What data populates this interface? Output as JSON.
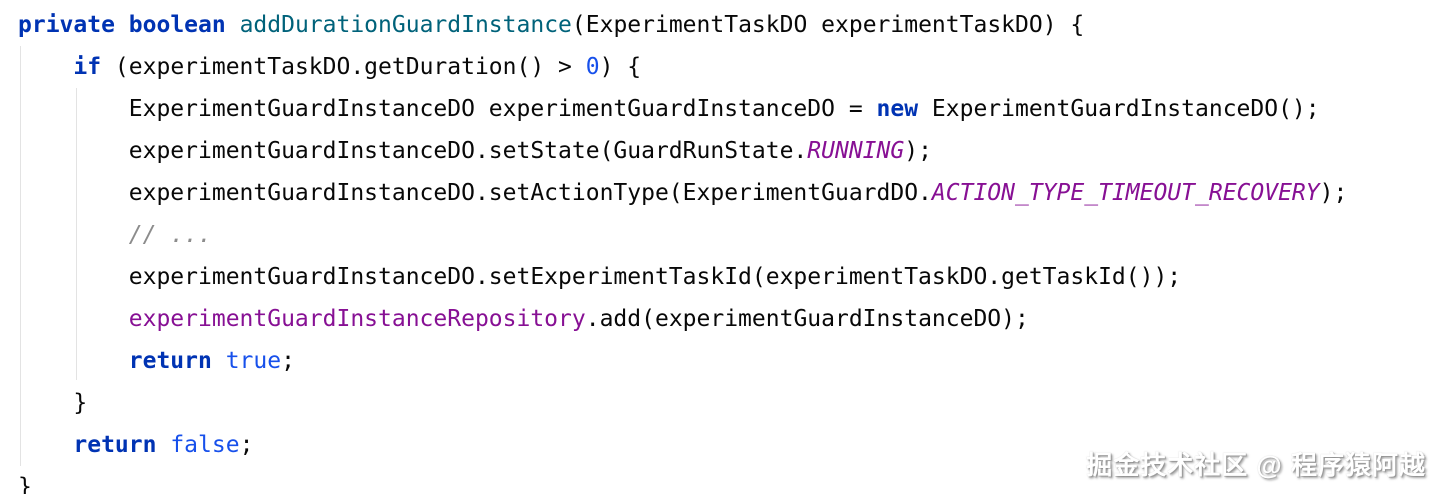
{
  "editor": {
    "background": "#ffffff",
    "colors": {
      "editor_bg": "#ffffff",
      "keyword": "#0033B3",
      "method_declaration": "#00627A",
      "number_literal": "#1750EB",
      "plain": "#080808",
      "comment": "#8C8C8C",
      "constant": "#871094",
      "field": "#871094",
      "indent_guide": "#E3E3E3"
    },
    "language": "java",
    "code_lines": [
      {
        "indent": 0,
        "tokens": [
          {
            "style": "keyword",
            "text": "private boolean "
          },
          {
            "style": "method",
            "text": "addDurationGuardInstance"
          },
          {
            "style": "plain",
            "text": "(ExperimentTaskDO experimentTaskDO) {"
          }
        ]
      },
      {
        "indent": 4,
        "tokens": [
          {
            "style": "keyword",
            "text": "if"
          },
          {
            "style": "plain",
            "text": " (experimentTaskDO.getDuration() > "
          },
          {
            "style": "number",
            "text": "0"
          },
          {
            "style": "plain",
            "text": ") {"
          }
        ]
      },
      {
        "indent": 8,
        "tokens": [
          {
            "style": "plain",
            "text": "ExperimentGuardInstanceDO experimentGuardInstanceDO = "
          },
          {
            "style": "keyword",
            "text": "new"
          },
          {
            "style": "plain",
            "text": " ExperimentGuardInstanceDO();"
          }
        ]
      },
      {
        "indent": 8,
        "tokens": [
          {
            "style": "plain",
            "text": "experimentGuardInstanceDO.setState(GuardRunState."
          },
          {
            "style": "constant",
            "text": "RUNNING"
          },
          {
            "style": "plain",
            "text": ");"
          }
        ]
      },
      {
        "indent": 8,
        "tokens": [
          {
            "style": "plain",
            "text": "experimentGuardInstanceDO.setActionType(ExperimentGuardDO."
          },
          {
            "style": "constant",
            "text": "ACTION_TYPE_TIMEOUT_RECOVERY"
          },
          {
            "style": "plain",
            "text": ");"
          }
        ]
      },
      {
        "indent": 8,
        "tokens": [
          {
            "style": "comment",
            "text": "// ..."
          }
        ]
      },
      {
        "indent": 8,
        "tokens": [
          {
            "style": "plain",
            "text": "experimentGuardInstanceDO.setExperimentTaskId(experimentTaskDO.getTaskId());"
          }
        ]
      },
      {
        "indent": 8,
        "tokens": [
          {
            "style": "field",
            "text": "experimentGuardInstanceRepository"
          },
          {
            "style": "plain",
            "text": ".add(experimentGuardInstanceDO);"
          }
        ]
      },
      {
        "indent": 8,
        "tokens": [
          {
            "style": "keyword",
            "text": "return "
          },
          {
            "style": "bool",
            "text": "true"
          },
          {
            "style": "plain",
            "text": ";"
          }
        ]
      },
      {
        "indent": 4,
        "tokens": [
          {
            "style": "plain",
            "text": "}"
          }
        ]
      },
      {
        "indent": 4,
        "tokens": [
          {
            "style": "keyword",
            "text": "return "
          },
          {
            "style": "bool",
            "text": "false"
          },
          {
            "style": "plain",
            "text": ";"
          }
        ]
      },
      {
        "indent": 0,
        "tokens": [
          {
            "style": "plain",
            "text": "}"
          }
        ]
      }
    ]
  },
  "watermark": {
    "text": "掘金技术社区 @ 程序猿阿越",
    "color": "#ffffff",
    "shadow_color": "#5a5a5a"
  }
}
